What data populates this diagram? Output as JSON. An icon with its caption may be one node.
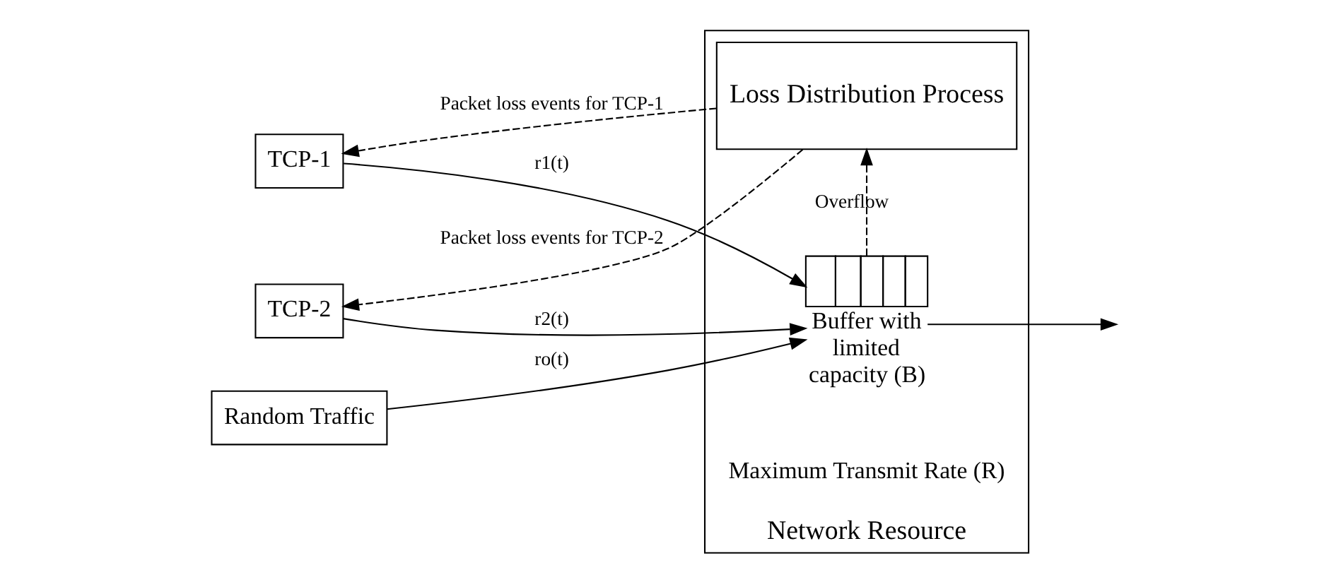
{
  "diagram": {
    "nodes": [
      {
        "text": [
          "Network Resource"
        ]
      },
      {
        "text": [
          "Loss Distribution Process"
        ],
        "in": 0
      },
      {
        "text": [
          "TCP-1"
        ]
      },
      {
        "text": [
          "TCP-2"
        ]
      },
      {
        "text": [
          "Random Traffic"
        ]
      },
      {
        "text": [],
        "shape": "box",
        "in": 0,
        "beside": [
          "Buffer with limited capacity (B)"
        ]
      }
    ],
    "edges": [
      {
        "from": 1,
        "to": 3,
        "arrow": "to",
        "style": "dashed",
        "label": "Packet loss events for TCP-2"
      },
      {
        "from": 1,
        "to": 2,
        "arrow": "to",
        "style": "dashed",
        "label": "Packet loss events for TCP-1"
      },
      {
        "from": 2,
        "to": 5,
        "arrow": "to",
        "label": "r1(t)"
      },
      {
        "from": 3,
        "to": 5,
        "arrow": "to",
        "label": "r2(t)"
      },
      {
        "from": 4,
        "to": 5,
        "arrow": "to",
        "label": "ro(t)"
      },
      {
        "from": 5,
        "to": 1,
        "arrow": "to",
        "style": "dashed",
        "label": "Overflow"
      },
      {
        "from": 5,
        "to": null,
        "arrow": "to"
      }
    ],
    "labels": [
      "Maximum Transmit Rate (R)"
    ]
  }
}
